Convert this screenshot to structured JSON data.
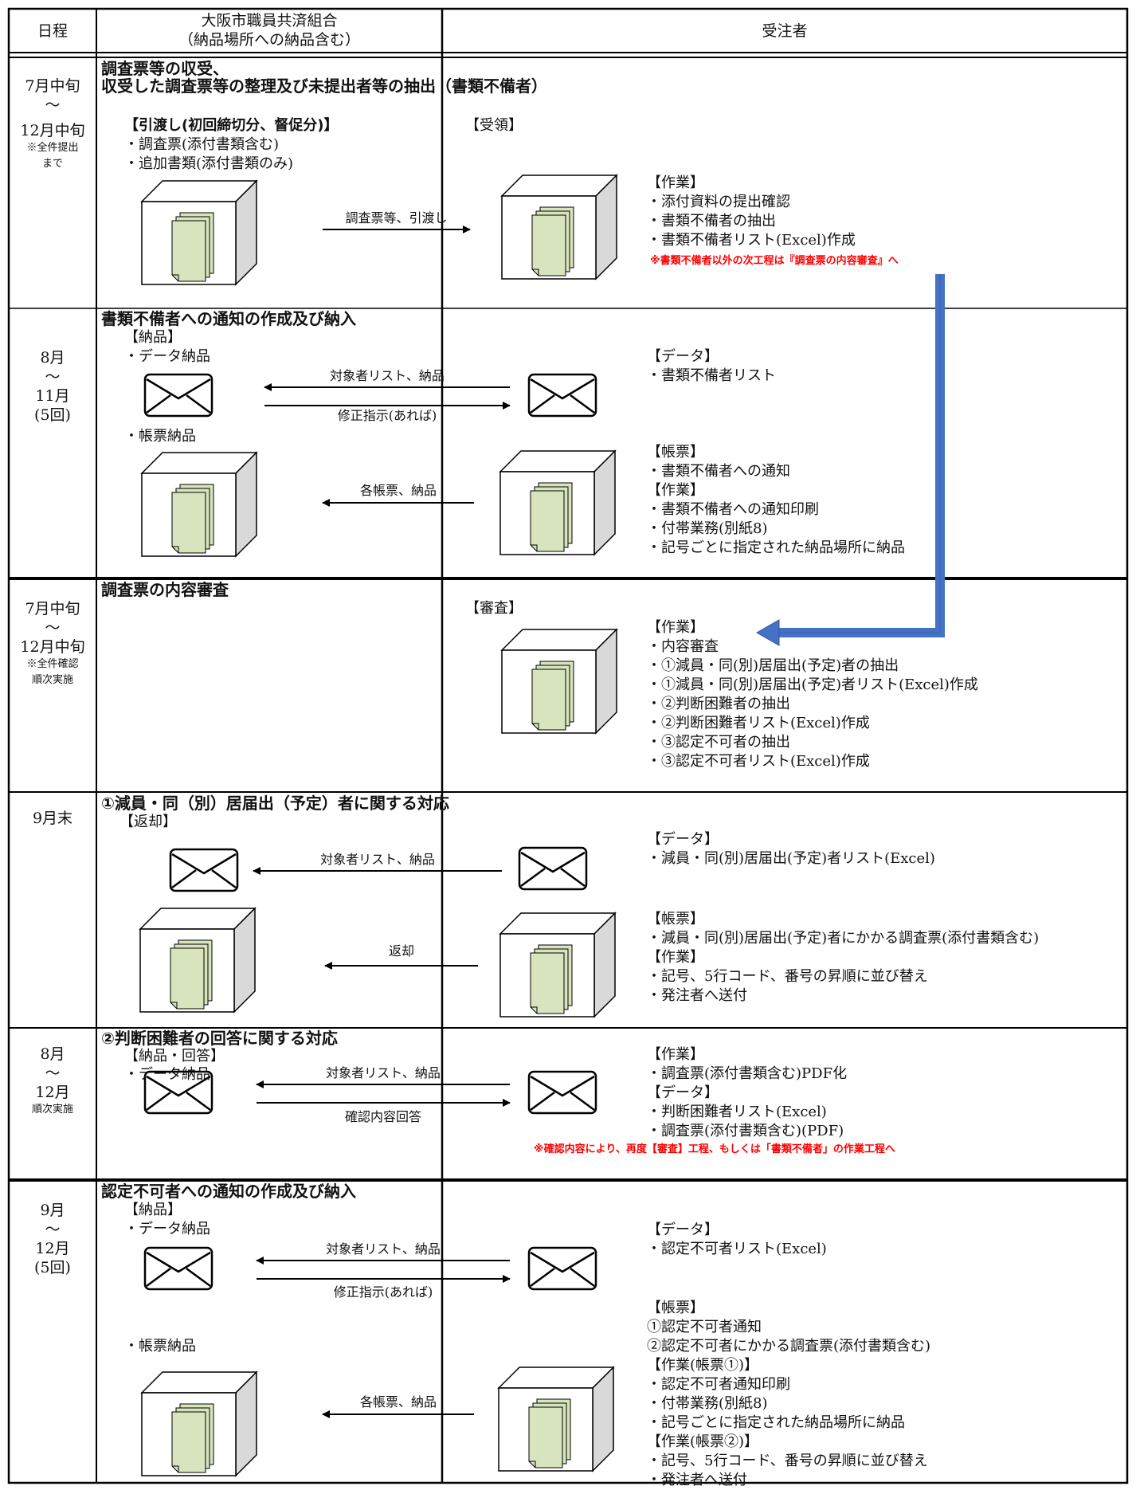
{
  "header": {
    "schedule": "日程",
    "client_line1": "大阪市職員共済組合",
    "client_line2": "（納品場所への納品含む）",
    "contractor": "受注者"
  },
  "sections": [
    {
      "schedule": [
        "7月中旬",
        "～",
        "12月中旬"
      ],
      "schedule_note": [
        "※全件提出",
        "まで"
      ],
      "title": "調査票等の収受、\n収受した調査票等の整理及び未提出者等の抽出（書類不備者）",
      "left_label": "【引渡し(初回締切分、督促分)】",
      "left_items": "・調査票(添付書類含む)\n・追加書類(添付書類のみ)",
      "right_label": "【受領】",
      "arrow_label": "調査票等、引渡し",
      "work": "【作業】\n・添付資料の提出確認\n・書類不備者の抽出\n・書類不備者リスト(Excel)作成",
      "note": "※書類不備者以外の次工程は『調査票の内容審査』へ"
    },
    {
      "schedule": [
        "8月",
        "～",
        "11月",
        "(5回)"
      ],
      "title": "書類不備者への通知の作成及び納入",
      "left_label": "【納品】",
      "data_delivery": "・データ納品",
      "form_delivery": "・帳票納品",
      "arrow_list": "対象者リスト、納品",
      "arrow_fix": "修正指示(あれば)",
      "arrow_forms": "各帳票、納品",
      "data_text": "【データ】\n・書類不備者リスト",
      "form_text": "【帳票】\n・書類不備者への通知\n【作業】\n・書類不備者への通知印刷\n・付帯業務(別紙8)\n・記号ごとに指定された納品場所に納品"
    },
    {
      "schedule": [
        "7月中旬",
        "～",
        "12月中旬"
      ],
      "schedule_note": [
        "※全件確認",
        "順次実施"
      ],
      "title": "調査票の内容審査",
      "right_label": "【審査】",
      "work": "【作業】\n・内容審査\n・①減員・同(別)居届出(予定)者の抽出\n・①減員・同(別)居届出(予定)者リスト(Excel)作成\n・②判断困難者の抽出\n・②判断困難者リスト(Excel)作成\n・③認定不可者の抽出\n・③認定不可者リスト(Excel)作成"
    },
    {
      "schedule": [
        "9月末"
      ],
      "title": "①減員・同（別）居届出（予定）者に関する対応",
      "left_label": "【返却】",
      "arrow_list": "対象者リスト、納品",
      "arrow_return": "返却",
      "data_text": "【データ】\n・減員・同(別)居届出(予定)者リスト(Excel)",
      "form_text": "【帳票】\n・減員・同(別)居届出(予定)者にかかる調査票(添付書類含む)\n【作業】\n・記号、5行コード、番号の昇順に並び替え\n・発注者へ送付"
    },
    {
      "schedule": [
        "8月",
        "～",
        "12月"
      ],
      "schedule_note": [
        "順次実施"
      ],
      "title": "②判断困難者の回答に関する対応",
      "left_label": "【納品・回答】",
      "data_delivery": "・データ納品",
      "arrow_list": "対象者リスト、納品",
      "arrow_answer": "確認内容回答",
      "work": "【作業】\n・調査票(添付書類含む)PDF化\n【データ】\n・判断困難者リスト(Excel)\n・調査票(添付書類含む)(PDF)",
      "note": "※確認内容により、再度【審査】工程、もしくは「書類不備者」の作業工程へ"
    },
    {
      "schedule": [
        "9月",
        "～",
        "12月",
        "(5回)"
      ],
      "title": "認定不可者への通知の作成及び納入",
      "left_label": "【納品】",
      "data_delivery": "・データ納品",
      "form_delivery": "・帳票納品",
      "arrow_list": "対象者リスト、納品",
      "arrow_fix": "修正指示(あれば)",
      "arrow_forms": "各帳票、納品",
      "data_text": "【データ】\n・認定不可者リスト(Excel)",
      "form_text": "【帳票】\n①認定不可者通知\n②認定不可者にかかる調査票(添付書類含む)\n【作業(帳票①)】\n・認定不可者通知印刷\n・付帯業務(別紙8)\n・記号ごとに指定された納品場所に納品\n【作業(帳票②)】\n・記号、5行コード、番号の昇順に並び替え\n・発注者へ送付"
    }
  ],
  "colors": {
    "paper": "#d7e4bd",
    "blue_arrow": "#4472c4",
    "note_red": "#ff0000",
    "box_side": "#d9d9d9"
  }
}
